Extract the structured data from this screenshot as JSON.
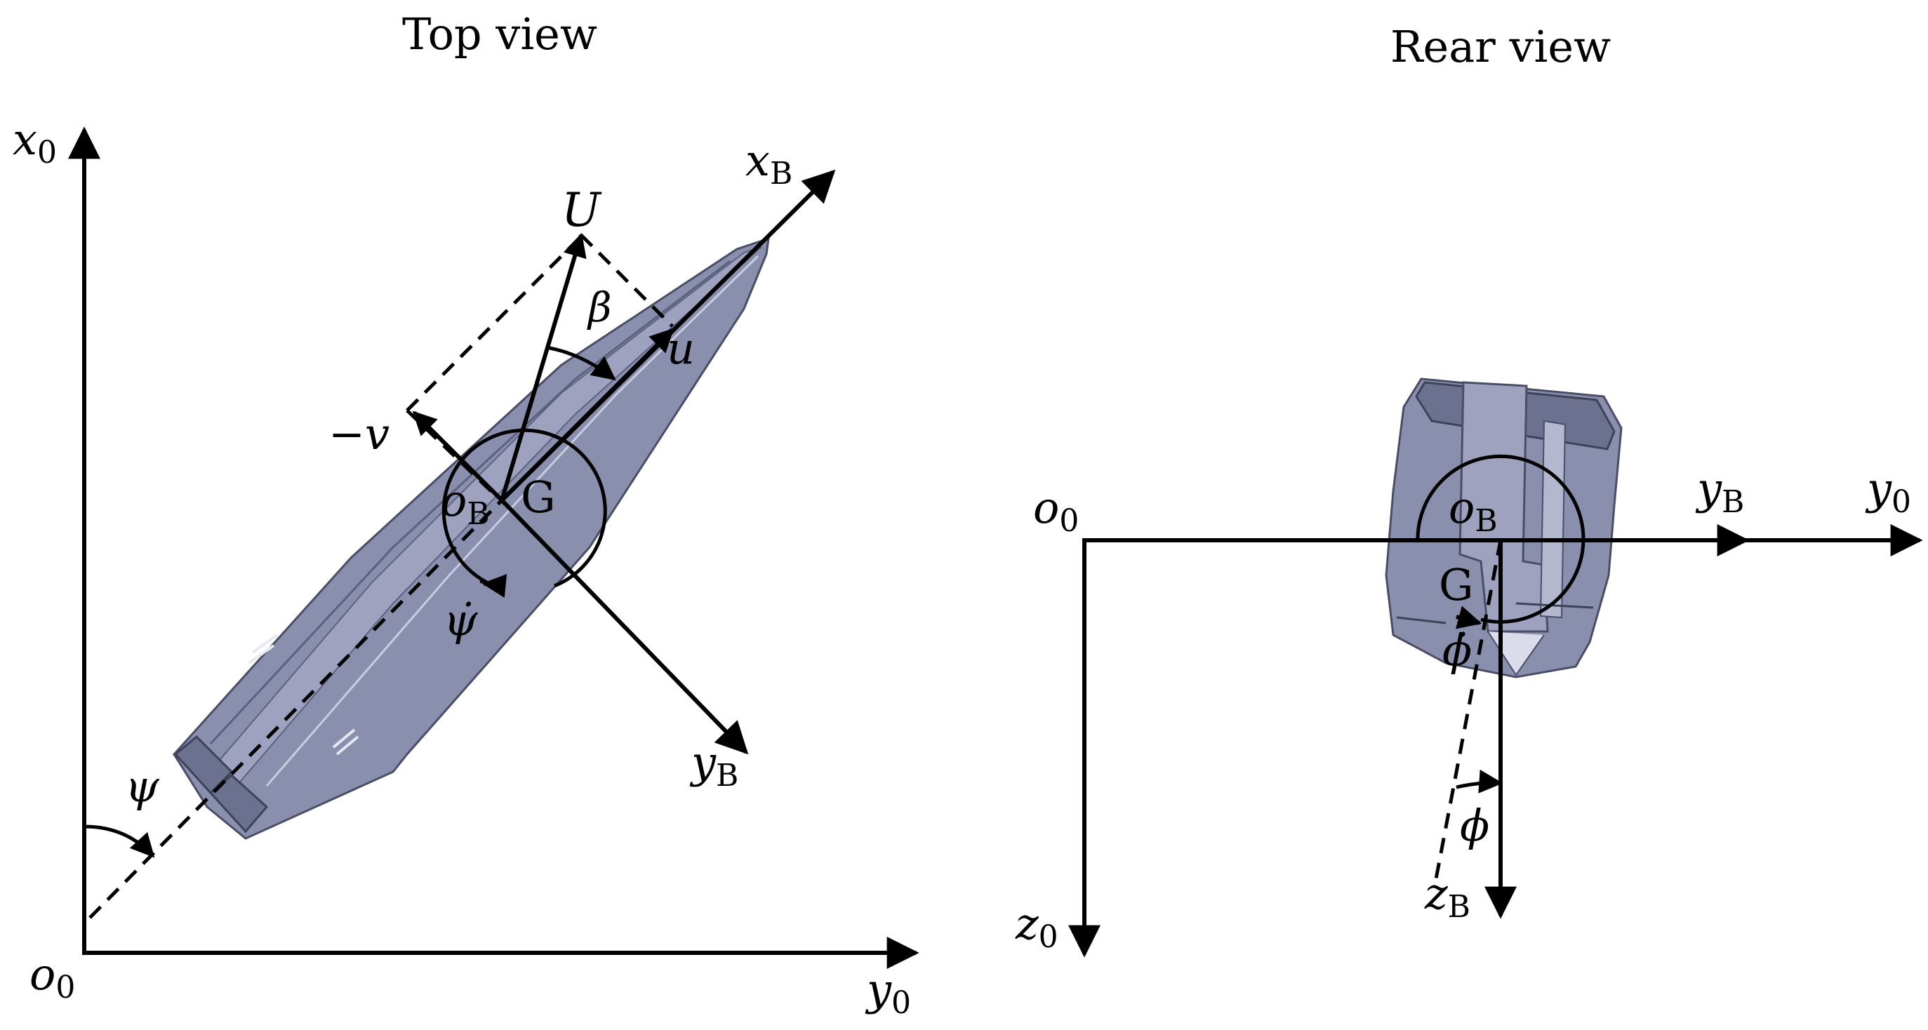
{
  "top_view": {
    "title": "Top view",
    "labels": {
      "x0": "x",
      "x0_sub": "0",
      "o0": "o",
      "o0_sub": "0",
      "y0": "y",
      "y0_sub": "0",
      "xB": "x",
      "xB_sub": "B",
      "yB": "y",
      "yB_sub": "B",
      "U": "U",
      "beta": "β",
      "u": "u",
      "minus_v": "−v",
      "oB": "o",
      "oB_sub": "B",
      "G": "G",
      "psi_dot": "ψ̇",
      "psi": "ψ"
    }
  },
  "rear_view": {
    "title": "Rear view",
    "labels": {
      "o0": "o",
      "o0_sub": "0",
      "y0": "y",
      "y0_sub": "0",
      "z0": "z",
      "z0_sub": "0",
      "yB": "y",
      "yB_sub": "B",
      "zB": "z",
      "zB_sub": "B",
      "oB": "o",
      "oB_sub": "B",
      "G": "G",
      "phi_dot": "ϕ̇",
      "phi": "ϕ"
    }
  },
  "colors": {
    "hull": "#8a8fae",
    "hull_dark": "#5d6180",
    "hull_light": "#b4b8cf",
    "axis": "#000000"
  }
}
